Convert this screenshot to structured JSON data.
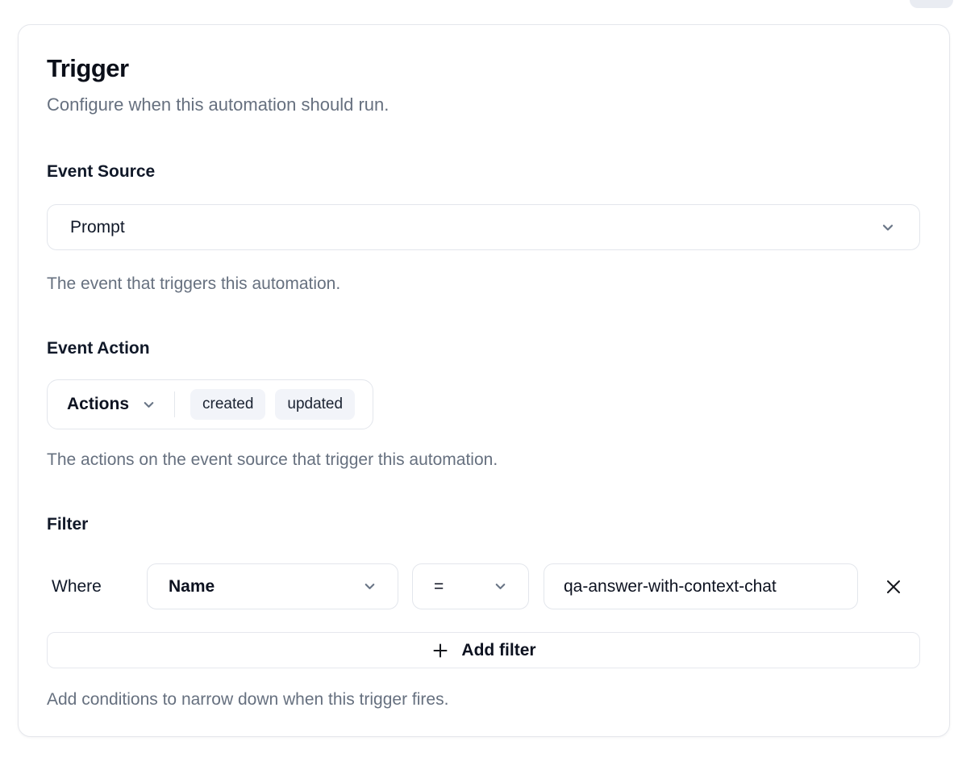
{
  "card": {
    "title": "Trigger",
    "subtitle": "Configure when this automation should run."
  },
  "event_source": {
    "label": "Event Source",
    "selected": "Prompt",
    "help": "The event that triggers this automation."
  },
  "event_action": {
    "label": "Event Action",
    "dropdown_label": "Actions",
    "badges": [
      "created",
      "updated"
    ],
    "help": "The actions on the event source that trigger this automation."
  },
  "filter": {
    "label": "Filter",
    "where_label": "Where",
    "field_selected": "Name",
    "operator_selected": "=",
    "value": "qa-answer-with-context-chat",
    "add_button_label": "Add filter",
    "help": "Add conditions to narrow down when this trigger fires."
  },
  "icons": {
    "chevron_down": "chevron-down-icon",
    "plus": "plus-icon",
    "close": "x-icon"
  },
  "colors": {
    "text_dark": "#0d1220",
    "text_muted": "#66707f",
    "border": "#e3e6ec",
    "badge_bg": "#f2f4f9",
    "card_border": "#e5e7ec"
  }
}
